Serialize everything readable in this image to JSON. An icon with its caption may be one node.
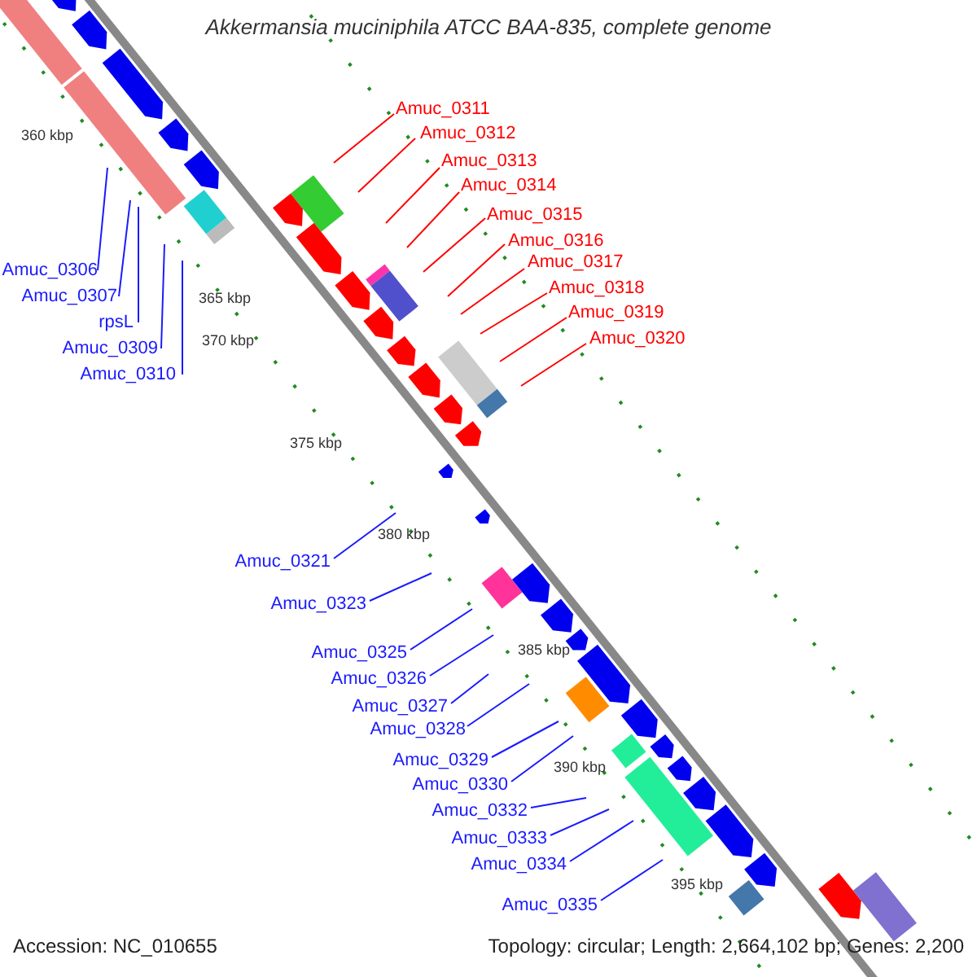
{
  "diagram": {
    "title": "Akkermansia muciniphila ATCC BAA-835, complete genome",
    "nodes": [
      {
        "text": [
          "Amuc_0306"
        ]
      },
      {
        "text": [
          "Amuc_0307"
        ]
      },
      {
        "text": [
          "rpsL"
        ]
      },
      {
        "text": [
          "Amuc_0309"
        ]
      },
      {
        "text": [
          "Amuc_0310"
        ]
      },
      {
        "text": [
          "Amuc_0311"
        ]
      },
      {
        "text": [
          "Amuc_0312"
        ]
      },
      {
        "text": [
          "Amuc_0313"
        ]
      },
      {
        "text": [
          "Amuc_0314"
        ]
      },
      {
        "text": [
          "Amuc_0315"
        ]
      },
      {
        "text": [
          "Amuc_0316"
        ]
      },
      {
        "text": [
          "Amuc_0317"
        ]
      },
      {
        "text": [
          "Amuc_0318"
        ]
      },
      {
        "text": [
          "Amuc_0319"
        ]
      },
      {
        "text": [
          "Amuc_0320"
        ]
      },
      {
        "text": [
          "Amuc_0321"
        ]
      },
      {
        "text": [
          "Amuc_0323"
        ]
      },
      {
        "text": [
          "Amuc_0325"
        ]
      },
      {
        "text": [
          "Amuc_0326"
        ]
      },
      {
        "text": [
          "Amuc_0327"
        ]
      },
      {
        "text": [
          "Amuc_0328"
        ]
      },
      {
        "text": [
          "Amuc_0329"
        ]
      },
      {
        "text": [
          "Amuc_0330"
        ]
      },
      {
        "text": [
          "Amuc_0332"
        ]
      },
      {
        "text": [
          "Amuc_0333"
        ]
      },
      {
        "text": [
          "Amuc_0334"
        ]
      },
      {
        "text": [
          "Amuc_0335"
        ]
      }
    ],
    "edges": [
      {
        "from": 0,
        "to": null,
        "arrow": "none"
      },
      {
        "from": 1,
        "to": null,
        "arrow": "none"
      },
      {
        "from": 2,
        "to": null,
        "arrow": "none"
      },
      {
        "from": 3,
        "to": null,
        "arrow": "none"
      },
      {
        "from": 4,
        "to": null,
        "arrow": "none"
      },
      {
        "from": 5,
        "to": null,
        "arrow": "none",
        "color": "#ff0000"
      },
      {
        "from": 6,
        "to": null,
        "arrow": "none",
        "color": "#ff0000"
      },
      {
        "from": 7,
        "to": null,
        "arrow": "none",
        "color": "#ff0000"
      },
      {
        "from": 8,
        "to": null,
        "arrow": "none",
        "color": "#ff0000"
      },
      {
        "from": 9,
        "to": null,
        "arrow": "none",
        "color": "#ff0000"
      },
      {
        "from": 10,
        "to": null,
        "arrow": "none",
        "color": "#ff0000"
      },
      {
        "from": 11,
        "to": null,
        "arrow": "none",
        "color": "#ff0000"
      },
      {
        "from": 12,
        "to": null,
        "arrow": "none",
        "color": "#ff0000"
      },
      {
        "from": 13,
        "to": null,
        "arrow": "none",
        "color": "#ff0000"
      },
      {
        "from": 14,
        "to": null,
        "arrow": "none",
        "color": "#ff0000"
      },
      {
        "from": 15,
        "to": null,
        "arrow": "none"
      },
      {
        "from": 16,
        "to": null,
        "arrow": "none"
      },
      {
        "from": 17,
        "to": null,
        "arrow": "none"
      },
      {
        "from": 18,
        "to": null,
        "arrow": "none"
      },
      {
        "from": 19,
        "to": null,
        "arrow": "none"
      },
      {
        "from": 20,
        "to": null,
        "arrow": "none"
      },
      {
        "from": 21,
        "to": null,
        "arrow": "none"
      },
      {
        "from": 22,
        "to": null,
        "arrow": "none"
      },
      {
        "from": 23,
        "to": null,
        "arrow": "none"
      },
      {
        "from": 24,
        "to": null,
        "arrow": "none"
      },
      {
        "from": 25,
        "to": null,
        "arrow": "none"
      },
      {
        "from": 26,
        "to": null,
        "arrow": "none"
      }
    ],
    "labels": [
      "360 kbp",
      "365 kbp",
      "370 kbp",
      "375 kbp",
      "380 kbp",
      "385 kbp",
      "390 kbp",
      "395 kbp",
      "Accession: NC_010655",
      "Topology: circular; Length: 2,664,102 bp; Genes: 2,200"
    ]
  }
}
